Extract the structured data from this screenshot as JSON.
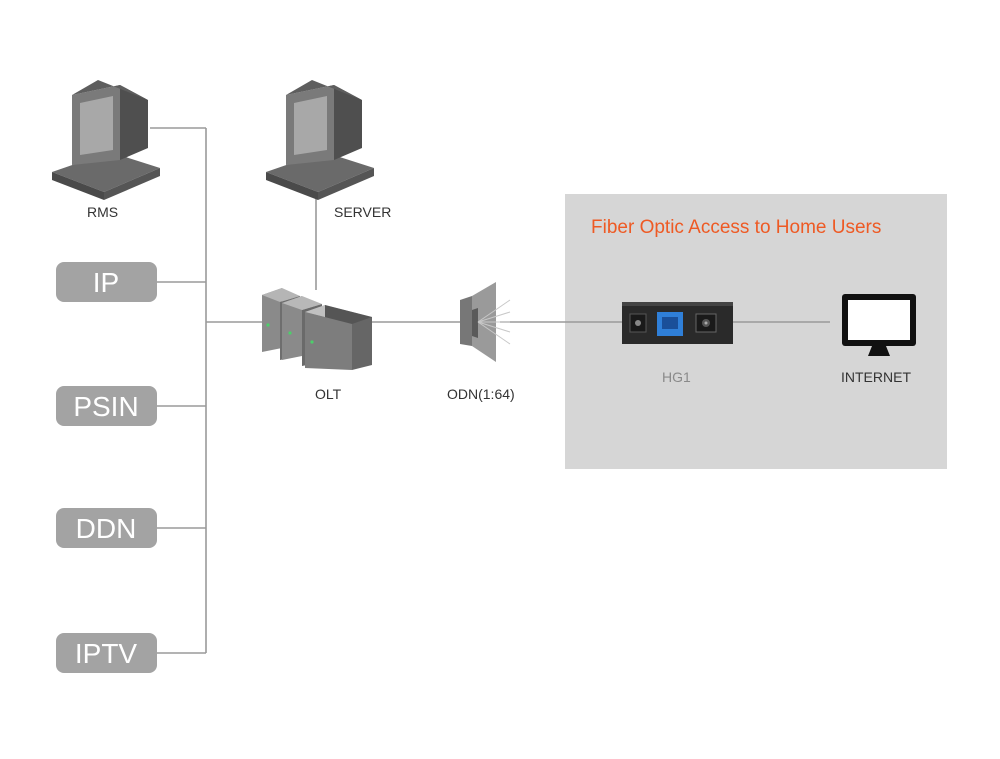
{
  "nodes": {
    "rms": "RMS",
    "server": "SERVER",
    "olt": "OLT",
    "odn": "ODN(1:64)",
    "hg1": "HG1",
    "internet": "INTERNET"
  },
  "services": [
    "IP",
    "PSIN",
    "DDN",
    "IPTV"
  ],
  "panel": {
    "title": "Fiber Optic Access to Home Users"
  },
  "colors": {
    "panel_bg": "#d6d6d6",
    "pill_bg": "#a3a3a3",
    "wire": "#9a9a9a",
    "title_accent": "#ee5a24",
    "port_blue": "#2f7fd8"
  }
}
